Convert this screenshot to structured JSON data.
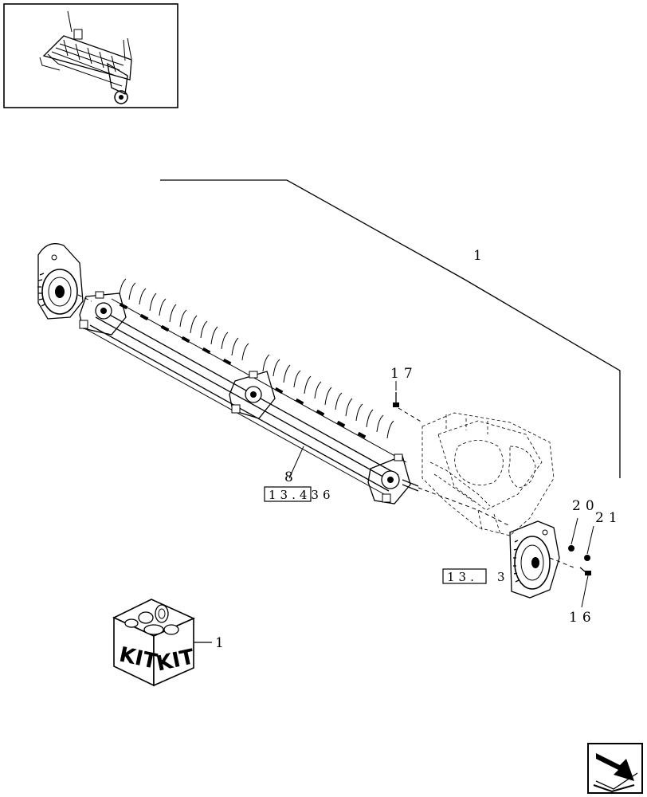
{
  "callouts": {
    "assembly": "1",
    "reel": "8",
    "bolt_top": "17",
    "washer": "20",
    "nut": "21",
    "bolt_bottom": "16",
    "kit": "1"
  },
  "references": {
    "reel_ref": "13.436",
    "drive_ref_left": "13.",
    "drive_ref_right": "3"
  },
  "kit_box": {
    "label_left": "KIT",
    "label_right": "KIT"
  },
  "icons": [
    "overview-thumbnail",
    "reel-assembly",
    "drive-plate-left",
    "drive-plate-right",
    "kit-box-icon",
    "navigation-arrow-icon"
  ]
}
